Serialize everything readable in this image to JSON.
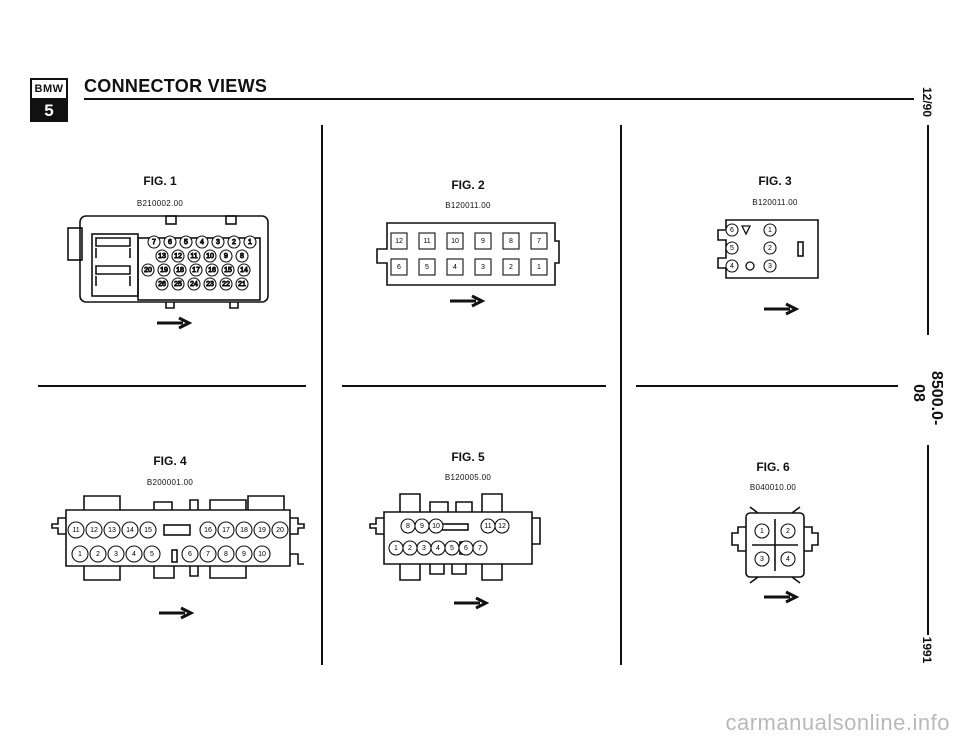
{
  "header": {
    "logo_top": "BMW",
    "logo_bottom": "5",
    "title": "CONNECTOR VIEWS"
  },
  "side": {
    "date": "12/90",
    "section": "8500.0-08",
    "year": "1991"
  },
  "figures": [
    {
      "label": "FIG. 1",
      "code": "B210002.00",
      "pins_row1": [
        "7",
        "6",
        "5",
        "4",
        "3",
        "2",
        "1"
      ],
      "pins_row2": [
        "13",
        "12",
        "11",
        "10",
        "9",
        "8"
      ],
      "pins_row3": [
        "20",
        "19",
        "18",
        "17",
        "16",
        "15",
        "14"
      ],
      "pins_row4": [
        "26",
        "25",
        "24",
        "23",
        "22",
        "21"
      ]
    },
    {
      "label": "FIG. 2",
      "code": "B120011.00",
      "pins_row1": [
        "12",
        "11",
        "10",
        "9",
        "8",
        "7"
      ],
      "pins_row2": [
        "6",
        "5",
        "4",
        "3",
        "2",
        "1"
      ]
    },
    {
      "label": "FIG. 3",
      "code": "B120011.00",
      "pins": [
        "6",
        "1",
        "5",
        "2",
        "4",
        "3"
      ]
    },
    {
      "label": "FIG. 4",
      "code": "B200001.00",
      "pins_row1_left": [
        "11",
        "12",
        "13",
        "14",
        "15"
      ],
      "pins_row1_right": [
        "16",
        "17",
        "18",
        "19",
        "20"
      ],
      "pins_row2_left": [
        "1",
        "2",
        "3",
        "4",
        "5"
      ],
      "pins_row2_right": [
        "6",
        "7",
        "8",
        "9",
        "10"
      ]
    },
    {
      "label": "FIG. 5",
      "code": "B120005.00",
      "pins_row1_left": [
        "8",
        "9",
        "10"
      ],
      "pins_row1_right": [
        "11",
        "12"
      ],
      "pins_row2": [
        "1",
        "2",
        "3",
        "4",
        "5",
        "6",
        "7"
      ]
    },
    {
      "label": "FIG. 6",
      "code": "B040010.00",
      "pins": [
        "1",
        "2",
        "3",
        "4"
      ]
    }
  ],
  "watermark": "carmanualsonline.info"
}
